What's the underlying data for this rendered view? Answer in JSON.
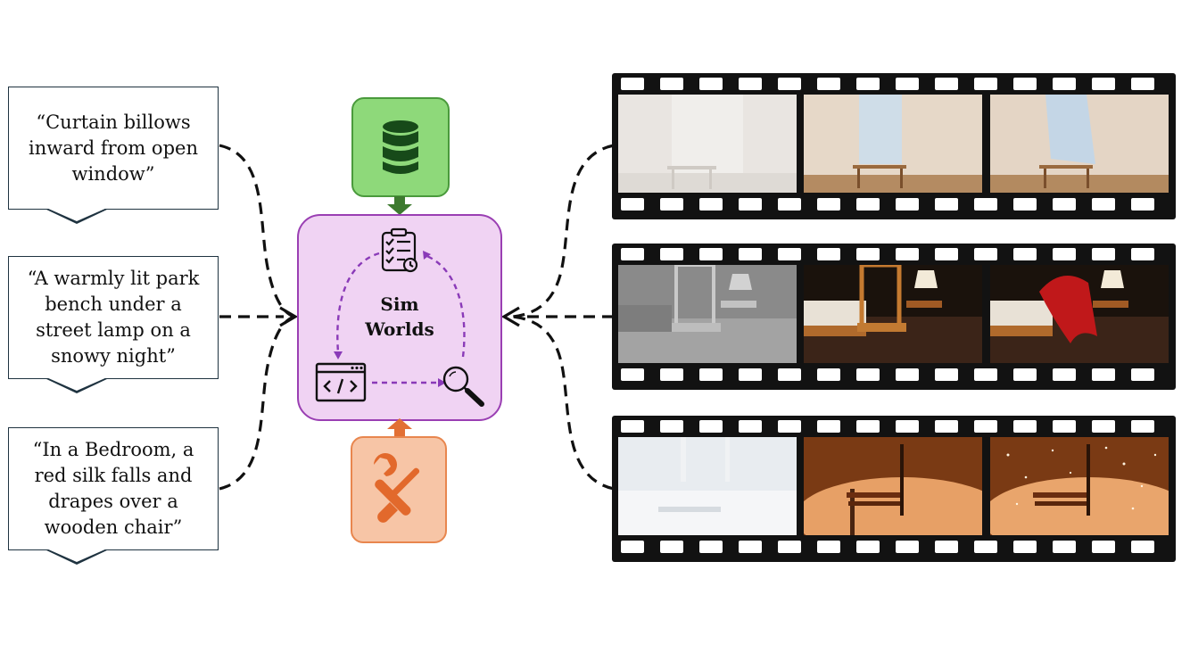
{
  "prompts": [
    {
      "text": "“Curtain billows inward from open window”"
    },
    {
      "text": "“A warmly lit park bench under a street lamp on a snowy night”"
    },
    {
      "text": "“In a Bedroom, a red silk falls and drapes over a wooden chair”"
    }
  ],
  "hub": {
    "line1": "Sim",
    "line2": "Worlds"
  },
  "icons": {
    "top": "database-icon",
    "bottom": "tools-icon",
    "hub_top": "checklist-icon",
    "hub_left": "code-window-icon",
    "hub_right": "magnifier-icon"
  },
  "colors": {
    "hub_fill": "#f0d3f3",
    "hub_border": "#9a3fb3",
    "loop_arrows": "#8a3ab8",
    "database_fill": "#8ed97a",
    "database_arrow": "#3d7a2f",
    "tools_fill": "#f7c5a6",
    "tools_arrow": "#e27035"
  },
  "filmstrips": [
    {
      "scene": "curtain-room",
      "frames": [
        "untextured",
        "rendered",
        "rendered-billowing"
      ]
    },
    {
      "scene": "bedroom-chair",
      "frames": [
        "untextured",
        "rendered",
        "rendered-red-silk"
      ]
    },
    {
      "scene": "snowy-park-bench",
      "frames": [
        "untextured",
        "rendered",
        "rendered-snow"
      ]
    }
  ]
}
